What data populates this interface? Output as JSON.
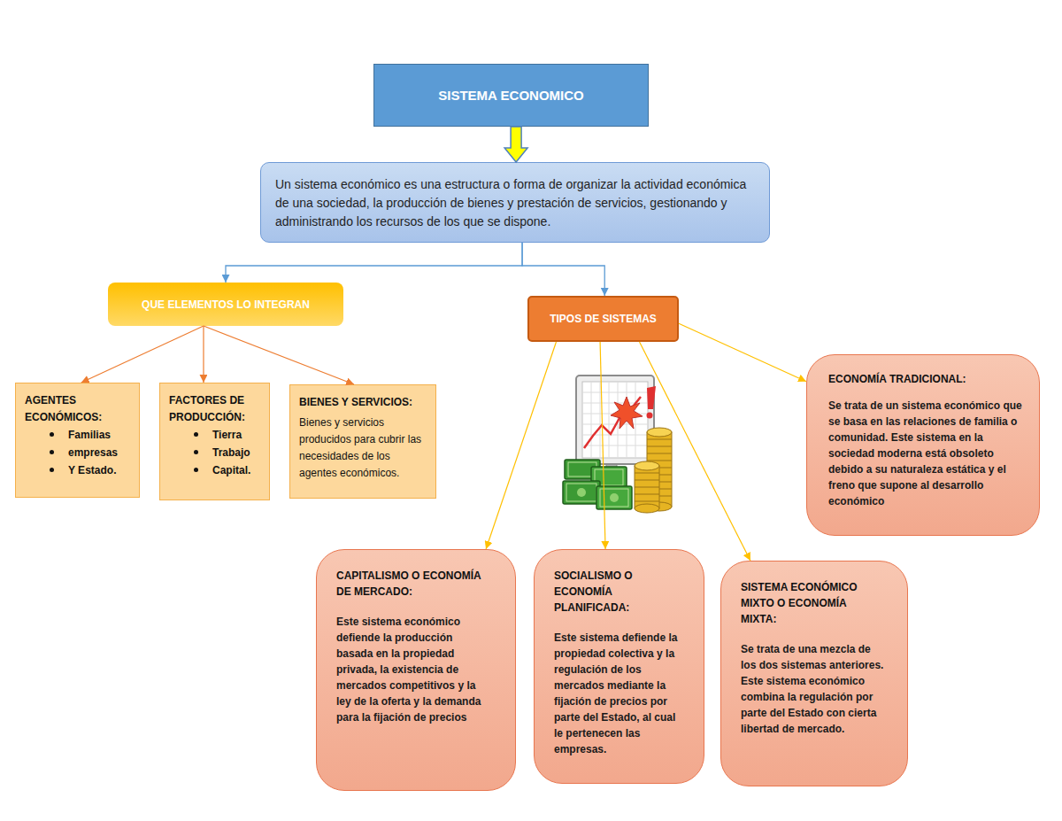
{
  "diagram": {
    "nodes": [
      {
        "text": [
          "SISTEMA ECONOMICO"
        ]
      },
      {
        "text": [
          "Un sistema económico es una estructura o forma de organizar la actividad económica de una sociedad, la producción de bienes y prestación de servicios, gestionando y administrando los recursos de los que se dispone."
        ]
      },
      {
        "text": [
          "QUE ELEMENTOS LO INTEGRAN"
        ]
      },
      {
        "text": [
          "TIPOS DE SISTEMAS"
        ]
      },
      {
        "text": [
          "AGENTES ECONÓMICOS:",
          "Familias",
          "empresas",
          "Y Estado."
        ]
      },
      {
        "text": [
          "FACTORES DE PRODUCCIÓN:",
          "Tierra",
          "Trabajo",
          "Capital."
        ]
      },
      {
        "text": [
          "BIENES Y SERVICIOS:",
          "Bienes y servicios producidos para cubrir las necesidades de los agentes económicos."
        ]
      },
      {
        "text": [
          "ECONOMÍA TRADICIONAL:",
          "Se trata de un sistema económico que se basa en las relaciones de familia o comunidad. Este sistema en la sociedad moderna está obsoleto debido a su naturaleza estática y el freno que supone al desarrollo económico"
        ]
      },
      {
        "text": [
          "CAPITALISMO O ECONOMÍA DE MERCADO:",
          "Este sistema económico defiende la producción basada en la propiedad privada, la existencia de mercados competitivos y la ley de la oferta y la demanda para la fijación de precios"
        ]
      },
      {
        "text": [
          "SOCIALISMO O ECONOMÍA PLANIFICADA:",
          "Este sistema defiende la propiedad colectiva y la regulación de los mercados mediante la fijación de precios por parte del Estado, al cual le pertenecen las empresas."
        ]
      },
      {
        "text": [
          "SISTEMA ECONÓMICO MIXTO O ECONOMÍA MIXTA:",
          "Se trata de una mezcla de los dos sistemas anteriores. Este sistema económico combina la regulación por parte del Estado con cierta libertad de mercado."
        ]
      }
    ],
    "edges": [
      {
        "from": 0,
        "to": 1,
        "arrow": "to"
      },
      {
        "from": 1,
        "to": 2,
        "arrow": "to"
      },
      {
        "from": 1,
        "to": 3,
        "arrow": "to"
      },
      {
        "from": 2,
        "to": 4,
        "arrow": "to"
      },
      {
        "from": 2,
        "to": 5,
        "arrow": "to"
      },
      {
        "from": 2,
        "to": 6,
        "arrow": "to"
      },
      {
        "from": 3,
        "to": 7,
        "arrow": "to"
      },
      {
        "from": 3,
        "to": 8,
        "arrow": "to"
      },
      {
        "from": 3,
        "to": 9,
        "arrow": "to"
      },
      {
        "from": 3,
        "to": 10,
        "arrow": "to"
      }
    ]
  }
}
